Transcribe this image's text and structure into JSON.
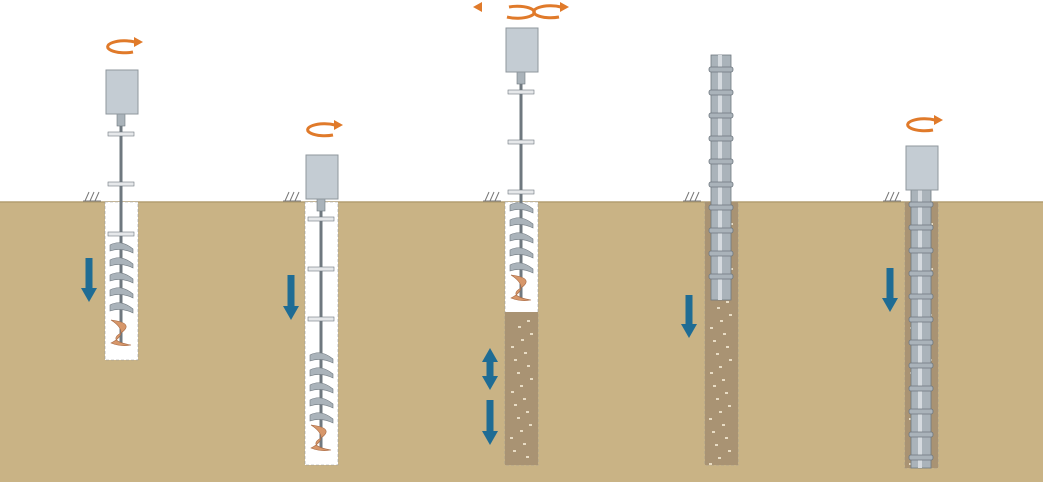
{
  "diagram": {
    "type": "pile-installation-sequence",
    "step_count": 5,
    "colors": {
      "background": "#ffffff",
      "soil": "#c9b385",
      "soil_edge": "#b39e70",
      "borehole": "#ffffff",
      "concrete": "#a99373",
      "concrete_dots": "#e8dcc4",
      "motor": "#c4ccd3",
      "motor_edge": "#8f979e",
      "steel": "#aab3ba",
      "steel_dark": "#6f787f",
      "cutter": "#d7976a",
      "rotation": "#e07a2a",
      "motion_arrow": "#1f6c94"
    },
    "steps": [
      {
        "id": "drill-start",
        "rotation": [
          "clockwise"
        ],
        "motion": [
          "down"
        ],
        "fill": "none",
        "pile": false
      },
      {
        "id": "drill-to-depth",
        "rotation": [
          "clockwise"
        ],
        "motion": [
          "down"
        ],
        "fill": "none",
        "pile": false
      },
      {
        "id": "withdraw-and-grout",
        "rotation": [
          "counter-clockwise",
          "clockwise"
        ],
        "motion": [
          "up-down",
          "down"
        ],
        "fill": "concrete-partial",
        "pile": false
      },
      {
        "id": "insert-pile",
        "rotation": [],
        "motion": [
          "down"
        ],
        "fill": "concrete",
        "pile": true
      },
      {
        "id": "drive-pile",
        "rotation": [
          "clockwise"
        ],
        "motion": [
          "down"
        ],
        "fill": "concrete",
        "pile": true
      }
    ]
  }
}
